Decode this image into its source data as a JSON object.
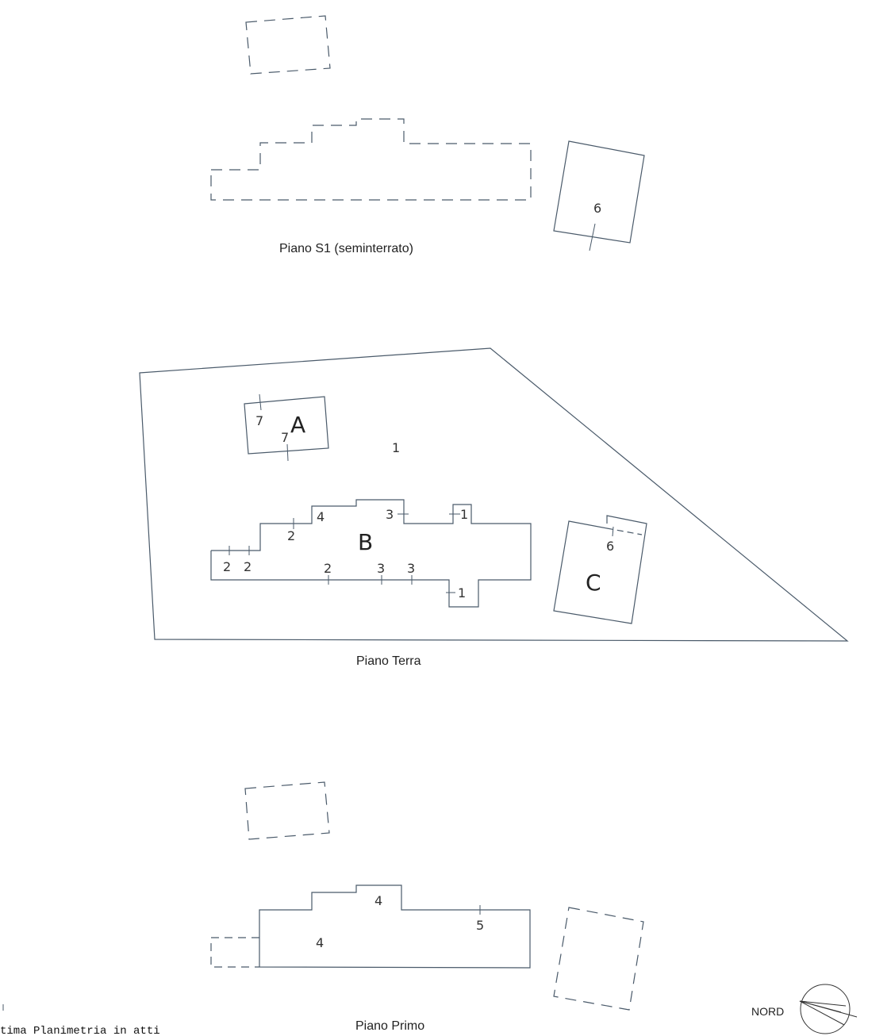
{
  "captions": {
    "s1": "Piano  S1 (seminterrato)",
    "terra": "Piano Terra",
    "primo": "Piano Primo"
  },
  "north_label": "NORD",
  "footer_note": "tima Planimetria in atti",
  "buildings": {
    "a": "A",
    "b": "B",
    "c": "C"
  },
  "labels_s1": {
    "c_sub": "6"
  },
  "labels_terra": {
    "lot": "1",
    "a1": "7",
    "a2": "7",
    "b_l1": "2",
    "b_l2": "2",
    "b_step": "2",
    "b_top": "4",
    "b_top3": "3",
    "b_right1": "1",
    "b_bot2": "2",
    "b_bot3a": "3",
    "b_bot3b": "3",
    "b_bot1": "1",
    "c_sub": "6"
  },
  "labels_primo": {
    "main": "4",
    "top": "4",
    "right": "5"
  }
}
